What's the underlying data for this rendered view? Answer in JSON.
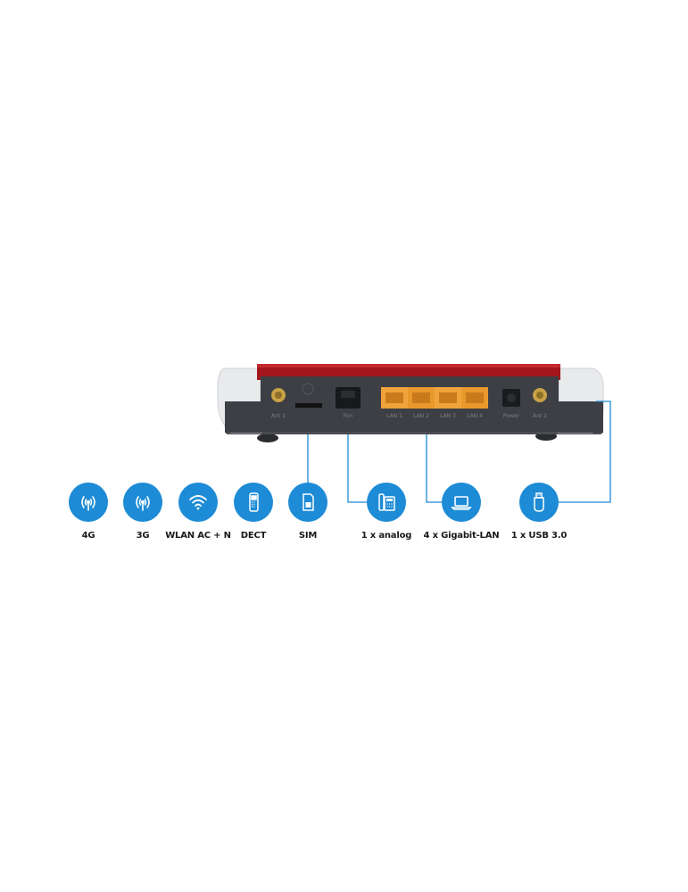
{
  "port_labels": {
    "ant1": "Ant 1",
    "fon": "Fon",
    "lan1": "LAN 1",
    "lan2": "LAN 2",
    "lan3": "LAN 3",
    "lan4": "LAN 4",
    "power": "Power",
    "ant2": "Ant 2"
  },
  "features": [
    {
      "label": "4G",
      "icon": "antenna-icon"
    },
    {
      "label": "3G",
      "icon": "antenna-icon"
    },
    {
      "label": "WLAN AC + N",
      "icon": "wifi-icon"
    },
    {
      "label": "DECT",
      "icon": "cordless-phone-icon"
    },
    {
      "label": "SIM",
      "icon": "sim-card-icon"
    },
    {
      "label": "1 x analog",
      "icon": "telephone-icon"
    },
    {
      "label": "4 x Gigabit-LAN",
      "icon": "laptop-icon"
    },
    {
      "label": "1 x USB 3.0",
      "icon": "usb-icon"
    }
  ],
  "colors": {
    "icon_blue": "#1d8bd6",
    "router_red": "#a3171c",
    "router_panel": "#3d3f44",
    "lan_port": "#f0a33a"
  }
}
